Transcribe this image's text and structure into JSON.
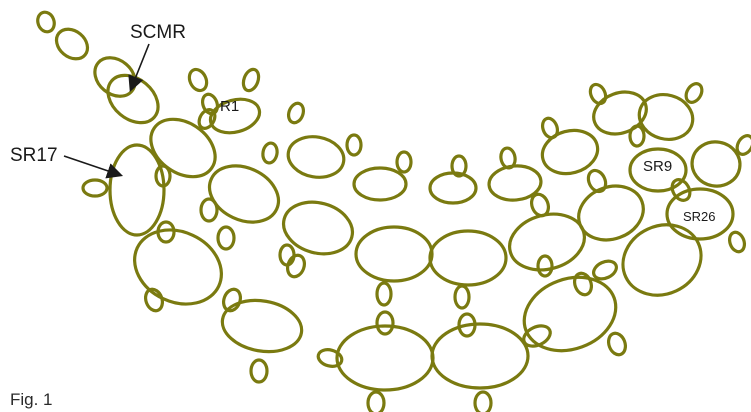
{
  "figure": {
    "caption": "Fig. 1",
    "thread_color": "#7a7a10",
    "label_color": "#1a1a1a"
  },
  "labels": {
    "scmr": "SCMR",
    "sr17": "SR17",
    "r1": "R1",
    "sr9": "SR9",
    "sr26": "SR26"
  }
}
